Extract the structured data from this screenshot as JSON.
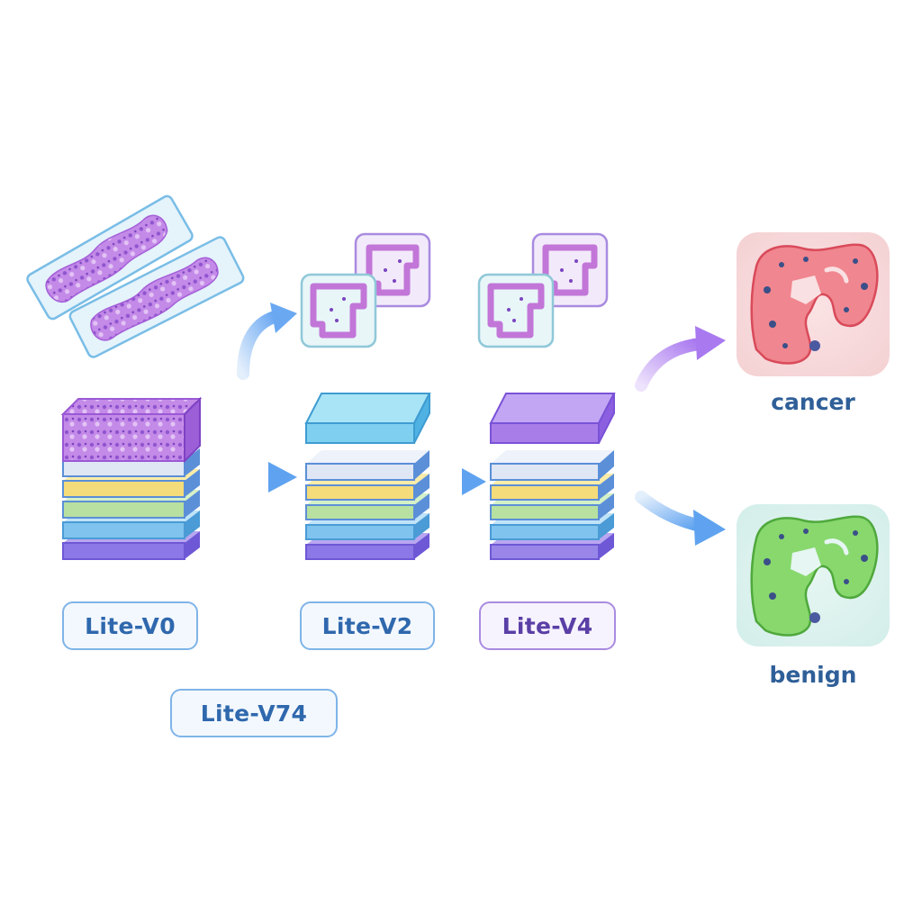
{
  "models": [
    {
      "label": "Lite-V0",
      "accent": "#2f68ad"
    },
    {
      "label": "Lite-V2",
      "accent": "#2f68ad"
    },
    {
      "label": "Lite-V4",
      "accent": "#5a3fa6"
    },
    {
      "label": "Lite-V74",
      "accent": "#2f68ad"
    }
  ],
  "outcomes": {
    "cancer": {
      "label": "cancer",
      "color": "#e6606d"
    },
    "benign": {
      "label": "benign",
      "color": "#6fcf55"
    }
  },
  "icons": [
    "microscope-slide-icon",
    "tissue-patch-icon",
    "layer-stack-icon",
    "arrow-icon",
    "colon-cancer-icon",
    "colon-benign-icon"
  ],
  "colors": {
    "arrow": "#7fb4f2",
    "arrow_purple": "#b48cf0",
    "tissue": "#b778e6",
    "layer_blue": "#7fd0f0",
    "layer_purple": "#a87de8"
  }
}
